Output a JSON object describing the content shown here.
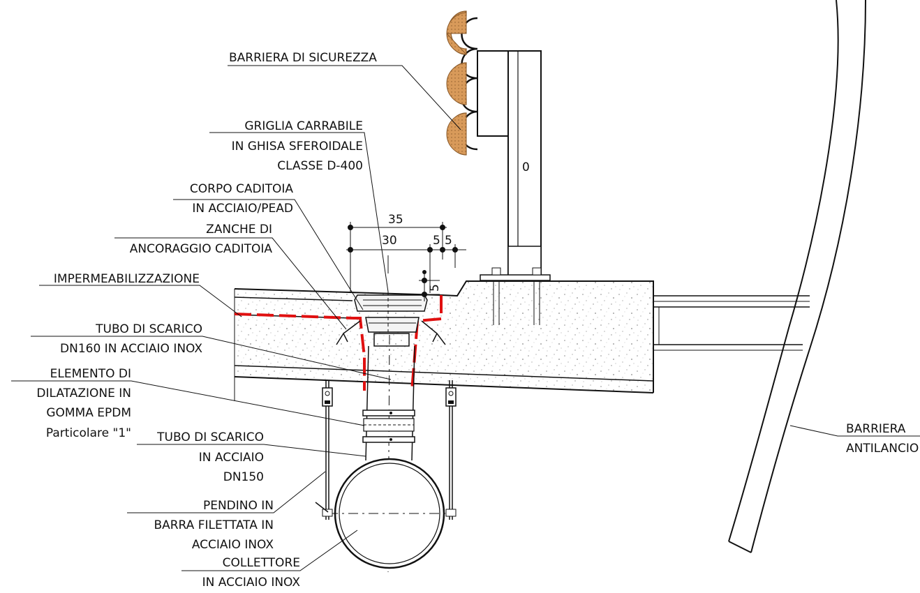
{
  "labels": {
    "barriera_sicurezza": "BARRIERA DI SICUREZZA",
    "griglia_1": "GRIGLIA CARRABILE",
    "griglia_2": "IN GHISA SFEROIDALE",
    "griglia_3": "CLASSE D-400",
    "corpo_1": "CORPO CADITOIA",
    "corpo_2": "IN ACCIAIO/PEAD",
    "zanche_1": "ZANCHE DI",
    "zanche_2": "ANCORAGGIO CADITOIA",
    "imperm": "IMPERMEABILIZZAZIONE",
    "tubo160_1": "TUBO DI SCARICO",
    "tubo160_2": "DN160 IN ACCIAIO INOX",
    "elemento_1": "ELEMENTO DI",
    "elemento_2": "DILATAZIONE IN",
    "elemento_3": "GOMMA EPDM",
    "elemento_4": "Particolare \"1\"",
    "tubo150_1": "TUBO DI SCARICO",
    "tubo150_2": "IN ACCIAIO",
    "tubo150_3": "DN150",
    "pendino_1": "PENDINO IN",
    "pendino_2": "BARRA FILETTATA IN",
    "pendino_3": "ACCIAIO INOX",
    "collettore_1": "COLLETTORE",
    "collettore_2": "IN ACCIAIO INOX",
    "antilancio_1": "BARRIERA",
    "antilancio_2": "ANTILANCIO",
    "post_mark": "0"
  },
  "dimensions": {
    "d35": "35",
    "d30": "30",
    "d5a": "5",
    "d5b": "5",
    "d5v": "5"
  },
  "colors": {
    "line": "#111111",
    "membrane": "#e01010",
    "wood": "#d89a5a",
    "concrete_dots": "#777777"
  }
}
